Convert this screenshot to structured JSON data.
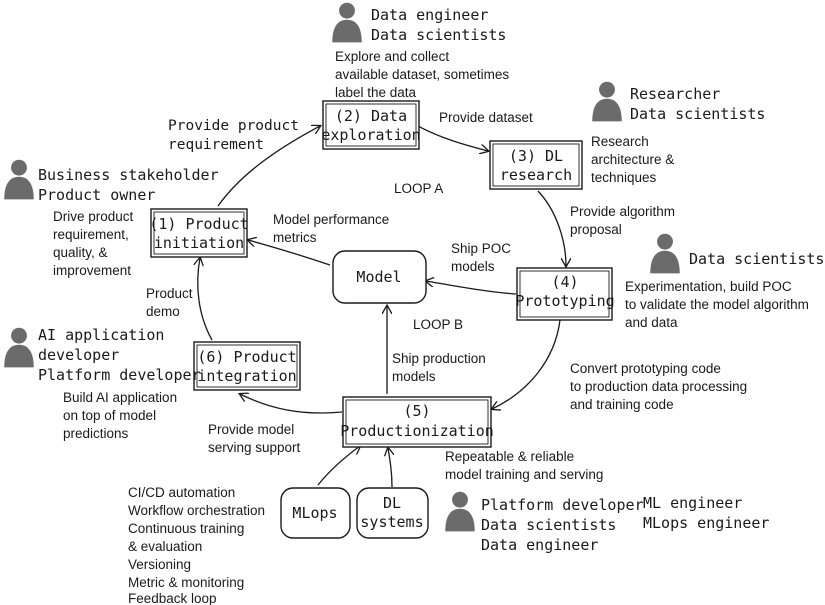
{
  "nodes": {
    "data_exploration": [
      "(2) Data",
      "exploration"
    ],
    "dl_research": [
      "(3) DL",
      "research"
    ],
    "prototyping": [
      "(4)",
      "Prototyping"
    ],
    "productionization": [
      "(5)",
      "Productionization"
    ],
    "product_integration": [
      "(6) Product",
      "integration"
    ],
    "product_initiation": [
      "(1) Product",
      "initiation"
    ],
    "model": "Model",
    "mlops": "MLops",
    "dl_systems": [
      "DL",
      "systems"
    ]
  },
  "roles": {
    "data_exploration": [
      "Data engineer",
      "Data scientists"
    ],
    "dl_research": [
      "Researcher",
      "Data scientists"
    ],
    "prototyping": [
      "Data scientists"
    ],
    "productionization_a": [
      "Platform developer",
      "Data scientists",
      "Data engineer"
    ],
    "productionization_b": [
      "ML engineer",
      "MLops engineer"
    ],
    "product_integration": [
      "AI application",
      "developer",
      "Platform developer"
    ],
    "product_initiation": [
      "Business stakeholder",
      "Product owner"
    ]
  },
  "descriptions": {
    "data_exploration": [
      "Explore and collect",
      "available dataset, sometimes",
      "label the data"
    ],
    "dl_research": [
      "Research",
      "architecture &",
      "techniques"
    ],
    "prototyping": [
      "Experimentation, build POC",
      "to validate the model algorithm",
      "and data"
    ],
    "productionization": [
      "Repeatable & reliable",
      "model training and serving"
    ],
    "product_integration": [
      "Build AI application",
      "on top of model",
      "predictions"
    ],
    "product_initiation": [
      "Drive product",
      "requirement,",
      "quality, &",
      "improvement"
    ],
    "mlops_tasks": [
      "CI/CD automation",
      "Workflow orchestration",
      "Continuous training",
      "& evaluation",
      "Versioning",
      "Metric & monitoring",
      "Feedback loop"
    ]
  },
  "edges": {
    "provide_requirement": [
      "Provide product",
      "requirement"
    ],
    "provide_dataset": "Provide dataset",
    "provide_proposal": [
      "Provide algorithm",
      "proposal"
    ],
    "ship_poc": [
      "Ship POC",
      "models"
    ],
    "convert_code": [
      "Convert prototyping code",
      "to production data processing",
      "and training code"
    ],
    "ship_production": [
      "Ship production",
      "models"
    ],
    "serving_support": [
      "Provide model",
      "serving support"
    ],
    "product_demo": [
      "Product",
      "demo"
    ],
    "model_metrics": [
      "Model performance",
      "metrics"
    ]
  },
  "loops": {
    "a": "LOOP A",
    "b": "LOOP B"
  }
}
